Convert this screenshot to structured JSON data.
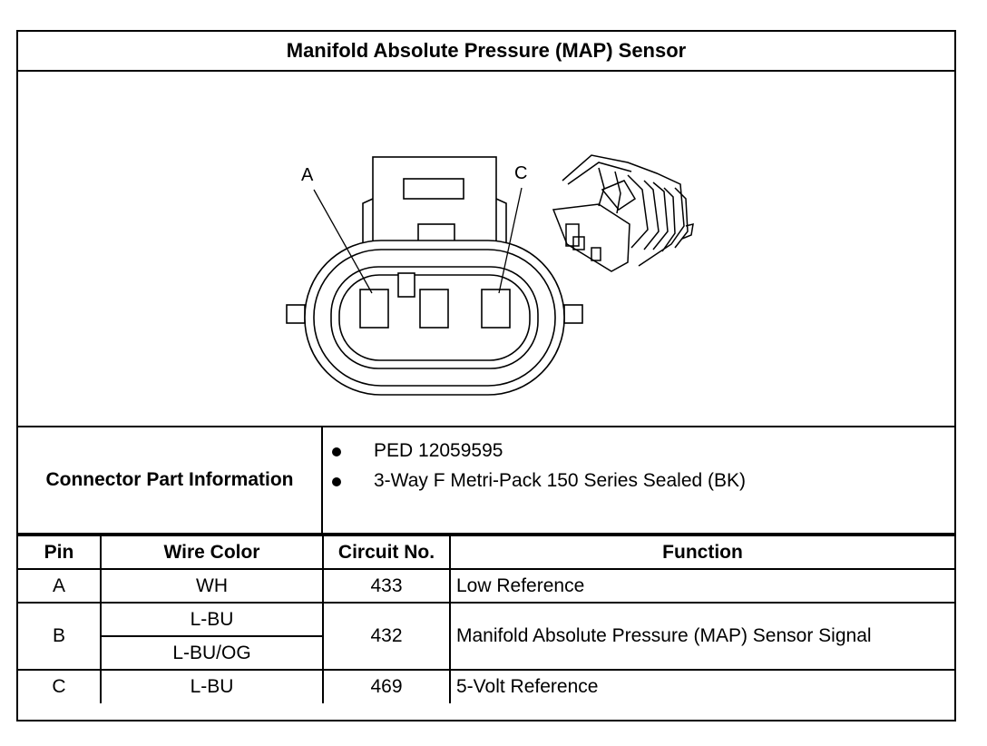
{
  "title": "Manifold Absolute Pressure (MAP) Sensor",
  "figure": {
    "label_a": "A",
    "label_c": "C"
  },
  "connector": {
    "label": "Connector Part Information",
    "items": [
      "PED 12059595",
      "3-Way F Metri-Pack 150 Series Sealed (BK)"
    ]
  },
  "table": {
    "headers": [
      "Pin",
      "Wire Color",
      "Circuit No.",
      "Function"
    ],
    "rows": [
      {
        "pin": "A",
        "colors": [
          "WH"
        ],
        "circuit": "433",
        "function": "Low Reference"
      },
      {
        "pin": "B",
        "colors": [
          "L-BU",
          "L-BU/OG"
        ],
        "circuit": "432",
        "function": "Manifold Absolute Pressure (MAP) Sensor Signal"
      },
      {
        "pin": "C",
        "colors": [
          "L-BU"
        ],
        "circuit": "469",
        "function": "5-Volt Reference"
      }
    ]
  }
}
